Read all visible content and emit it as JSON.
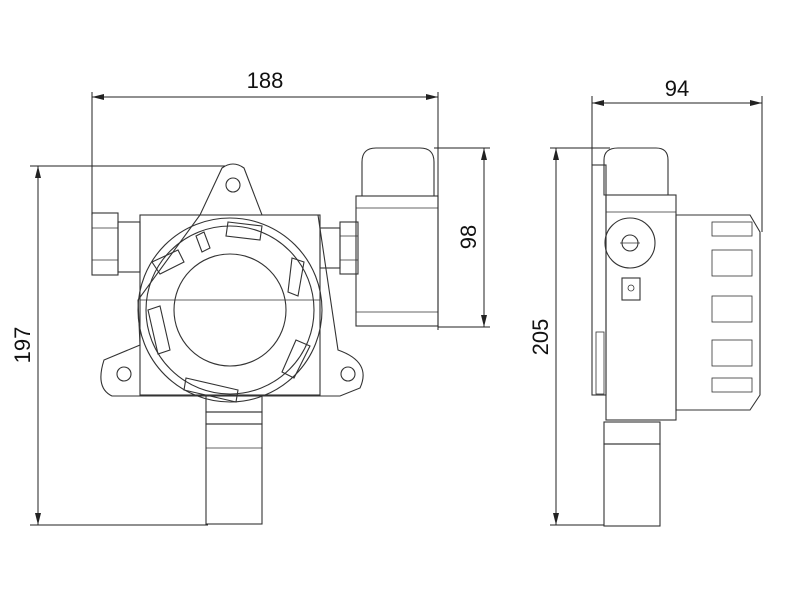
{
  "dimensions": {
    "front_width": "188",
    "front_height": "197",
    "sensor_height": "98",
    "side_depth": "94",
    "side_height": "205"
  },
  "colors": {
    "line": "#333333",
    "background": "#ffffff"
  }
}
